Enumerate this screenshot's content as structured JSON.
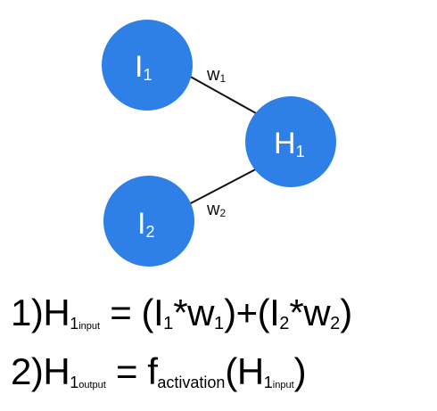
{
  "colors": {
    "node_fill": "#2f80e6",
    "node_text": "#ffffff",
    "edge": "#111111",
    "text": "#000000"
  },
  "nodes": {
    "i1": {
      "main": "I",
      "sub": "1"
    },
    "i2": {
      "main": "I",
      "sub": "2"
    },
    "h1": {
      "main": "H",
      "sub": "1"
    }
  },
  "edges": {
    "w1": {
      "main": "w",
      "sub": "1"
    },
    "w2": {
      "main": "w",
      "sub": "2"
    }
  },
  "formula1": {
    "number": "1)",
    "lhs_main": "H",
    "lhs_sub": "1",
    "lhs_subscript": "input",
    "eq": " = ",
    "p1_open": "(",
    "p1_var": "I",
    "p1_var_sub": "1",
    "p1_op": "*",
    "p1_w": "w",
    "p1_w_sub": "1",
    "p1_close": ")",
    "plus": "+",
    "p2_open": "(",
    "p2_var": "I",
    "p2_var_sub": "2",
    "p2_op": "*",
    "p2_w": "w",
    "p2_w_sub": "2",
    "p2_close": ")"
  },
  "formula2": {
    "number": "2)",
    "lhs_main": "H",
    "lhs_sub": "1",
    "lhs_subscript": "output",
    "eq": " = ",
    "func": "f",
    "func_sub": "activation",
    "open": "(",
    "arg_main": "H",
    "arg_sub": "1",
    "arg_subscript": "input",
    "close": ")"
  }
}
